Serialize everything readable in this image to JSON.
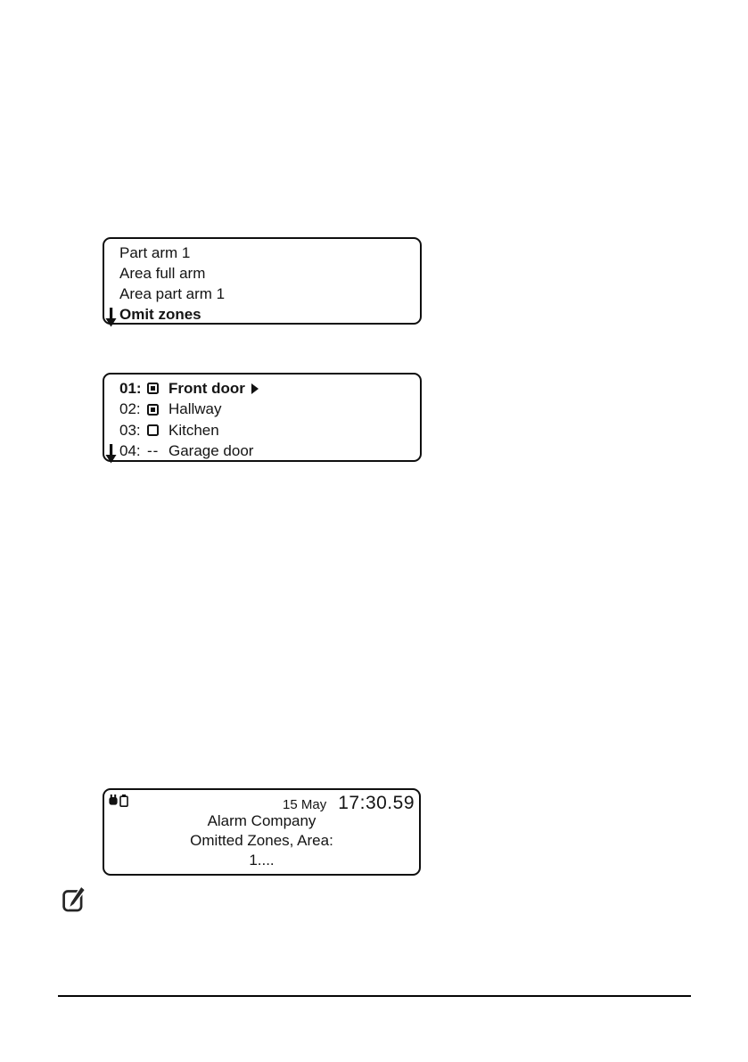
{
  "colors": {
    "ink": "#141414",
    "screen_border": "#0f0f0f",
    "bg": "#ffffff"
  },
  "screen_menu": {
    "lines": [
      {
        "label": "Part arm 1"
      },
      {
        "label": "Area full arm"
      },
      {
        "label": "Area part arm 1"
      },
      {
        "label": "Omit zones"
      }
    ],
    "scroll_icon": "down-arrow"
  },
  "screen_zones": {
    "rows": [
      {
        "num": "01:",
        "name": "Front door",
        "state": "omitted",
        "selected": true
      },
      {
        "num": "02:",
        "name": "Hallway",
        "state": "omitted"
      },
      {
        "num": "03:",
        "name": "Kitchen",
        "state": "not-omitted"
      },
      {
        "num": "04:",
        "name": "Garage door",
        "state": "not-omittable",
        "marker": "--"
      }
    ],
    "scroll_icon": "down-arrow"
  },
  "screen_status": {
    "status_icons": [
      "mains-plug",
      "battery"
    ],
    "date": "15 May",
    "time": "17:30.59",
    "line1": "Alarm Company",
    "line2": "Omitted Zones, Area:",
    "line3": "1...."
  },
  "note_icon": "pencil-note"
}
